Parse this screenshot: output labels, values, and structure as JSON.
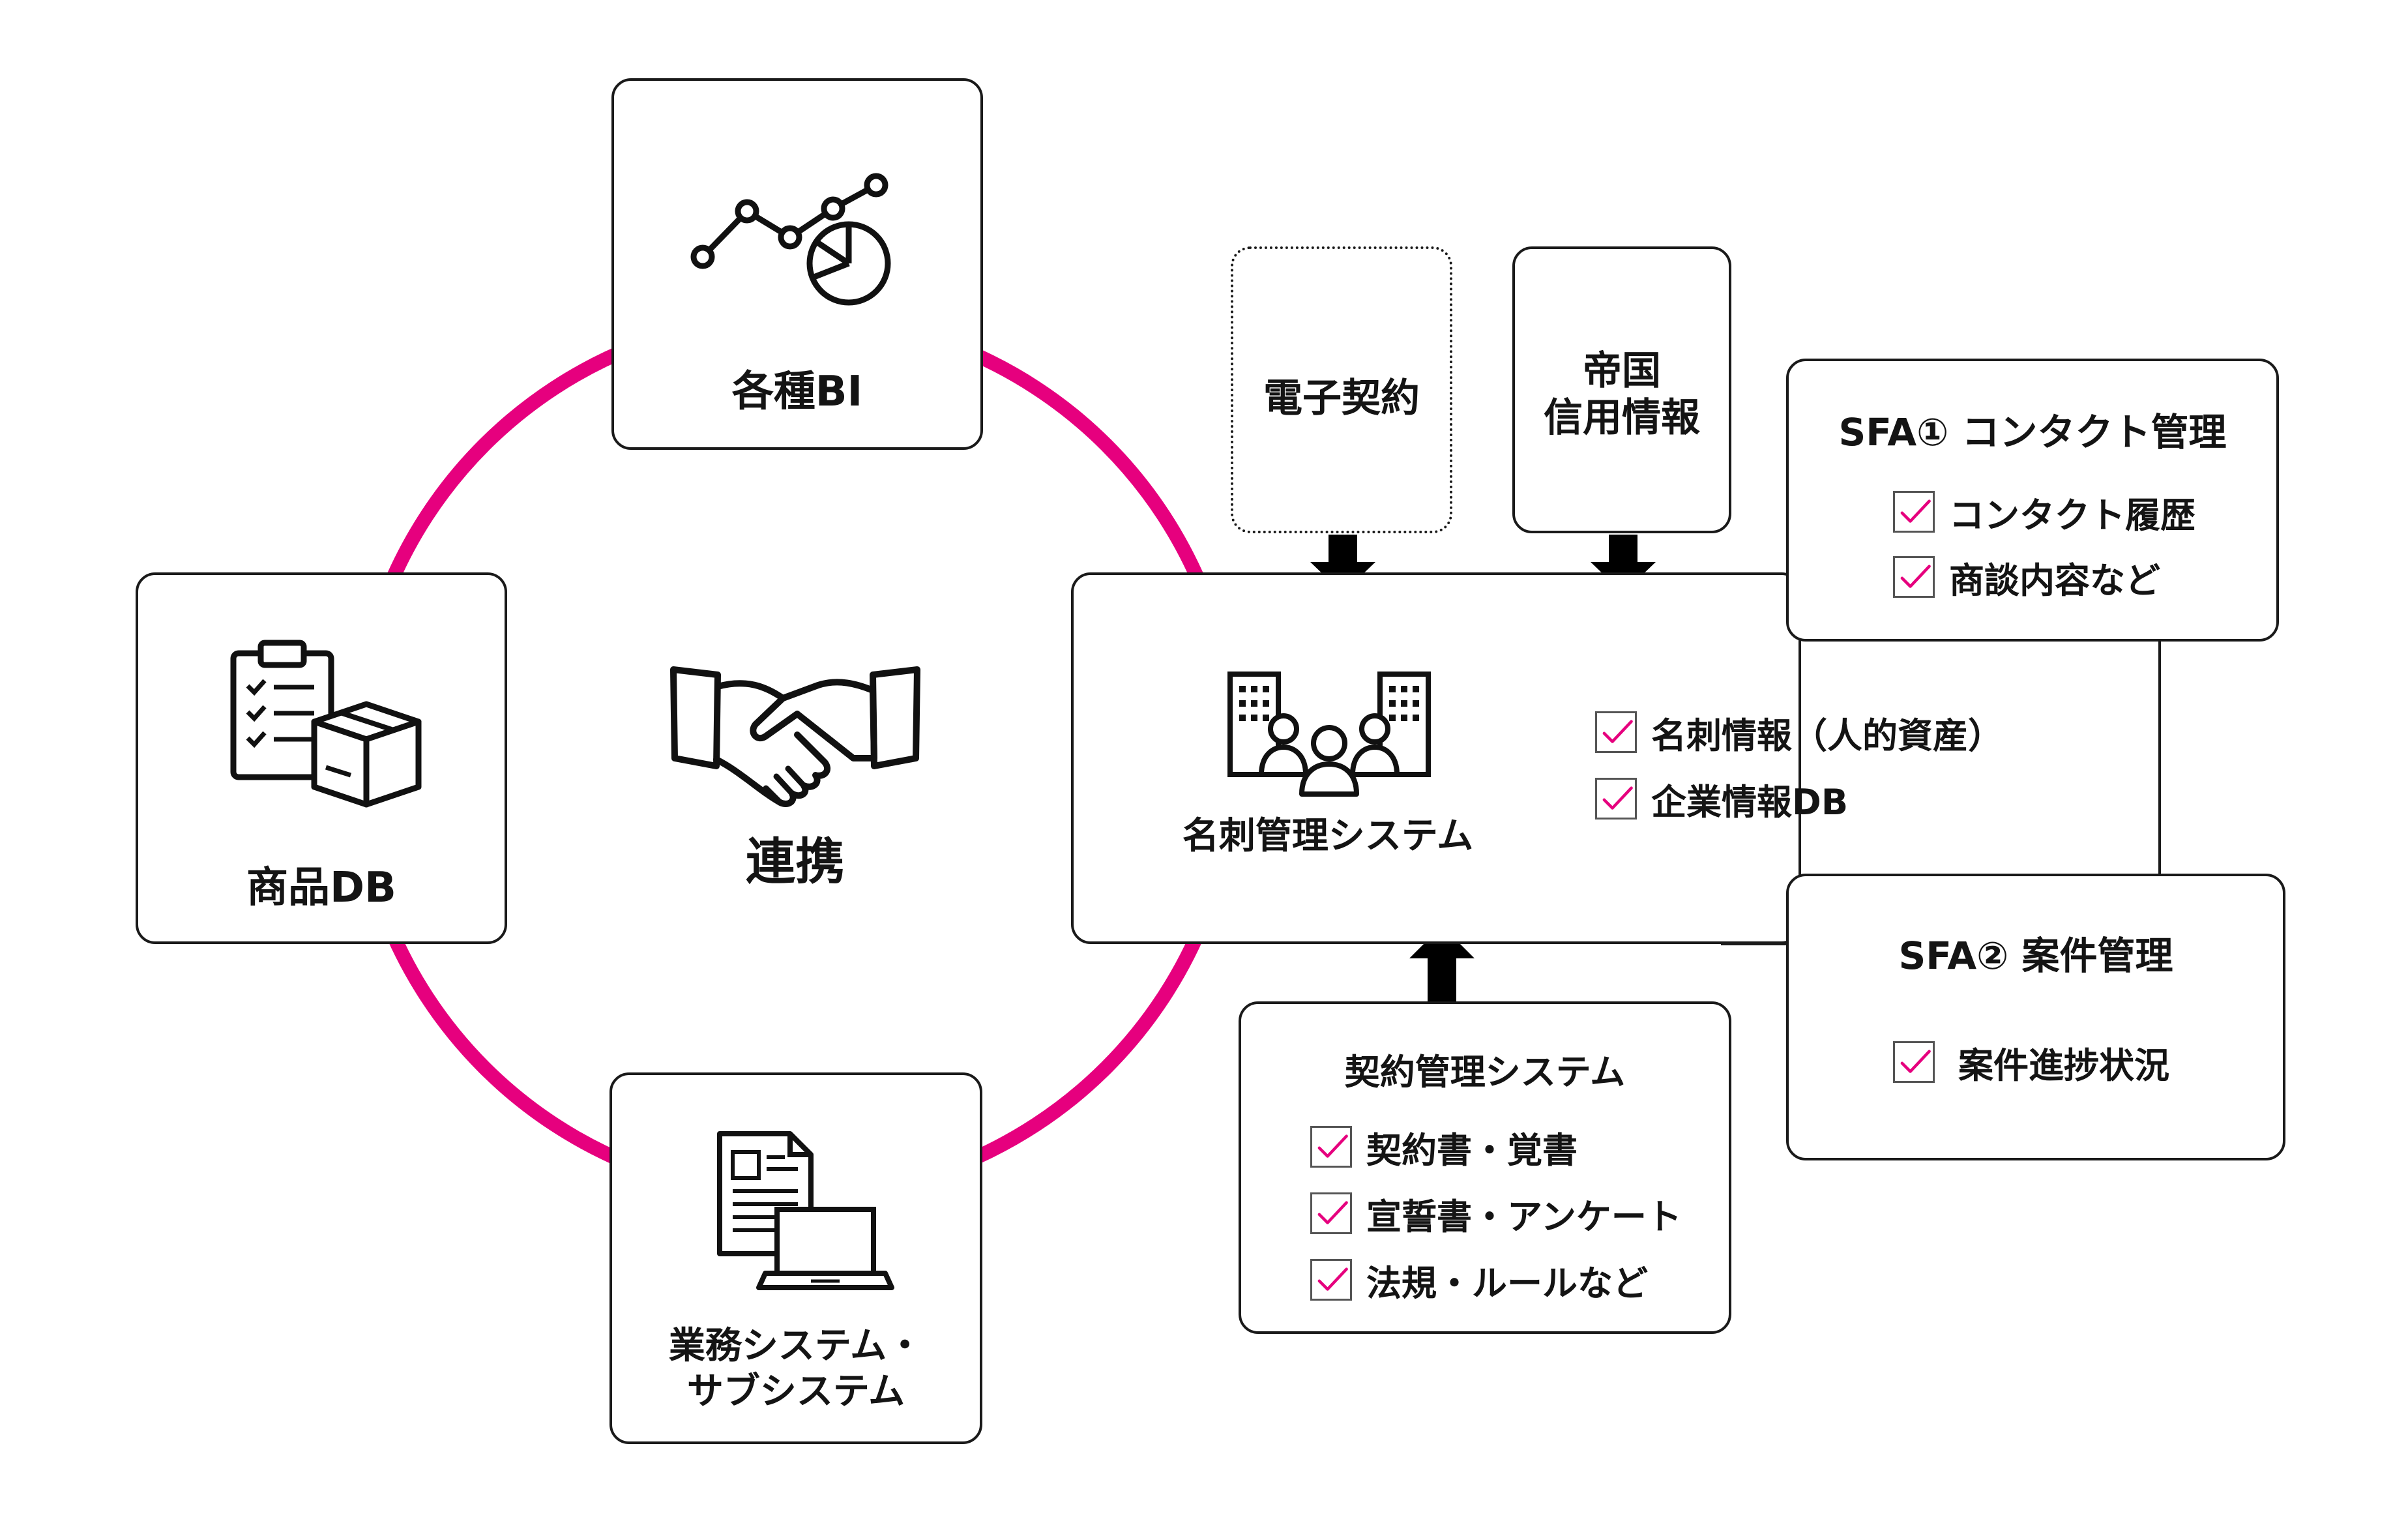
{
  "accent_color": "#e6007e",
  "hub": {
    "label": "連携",
    "icon": "handshake-icon"
  },
  "bi": {
    "label": "各種BI",
    "icon": "line-pie-chart-icon"
  },
  "product_db": {
    "label": "商品DB",
    "icon": "clipboard-box-icon"
  },
  "business_system": {
    "line1": "業務システム・",
    "line2": "サブシステム",
    "icon": "document-laptop-icon"
  },
  "e_contract": {
    "label": "電子契約"
  },
  "teikoku": {
    "line1": "帝国",
    "line2": "信用情報"
  },
  "meishi": {
    "label": "名刺管理システム",
    "icon": "buildings-people-icon",
    "items": [
      "名刺情報（人的資産）",
      "企業情報DB"
    ]
  },
  "sfa1": {
    "title": "SFA① コンタクト管理",
    "items": [
      "コンタクト履歴",
      "商談内容など"
    ]
  },
  "sfa2": {
    "title": "SFA② 案件管理",
    "items": [
      "案件進捗状況"
    ]
  },
  "contract_mgmt": {
    "title": "契約管理システム",
    "items": [
      "契約書・覚書",
      "宣誓書・アンケート",
      "法規・ルールなど"
    ]
  }
}
